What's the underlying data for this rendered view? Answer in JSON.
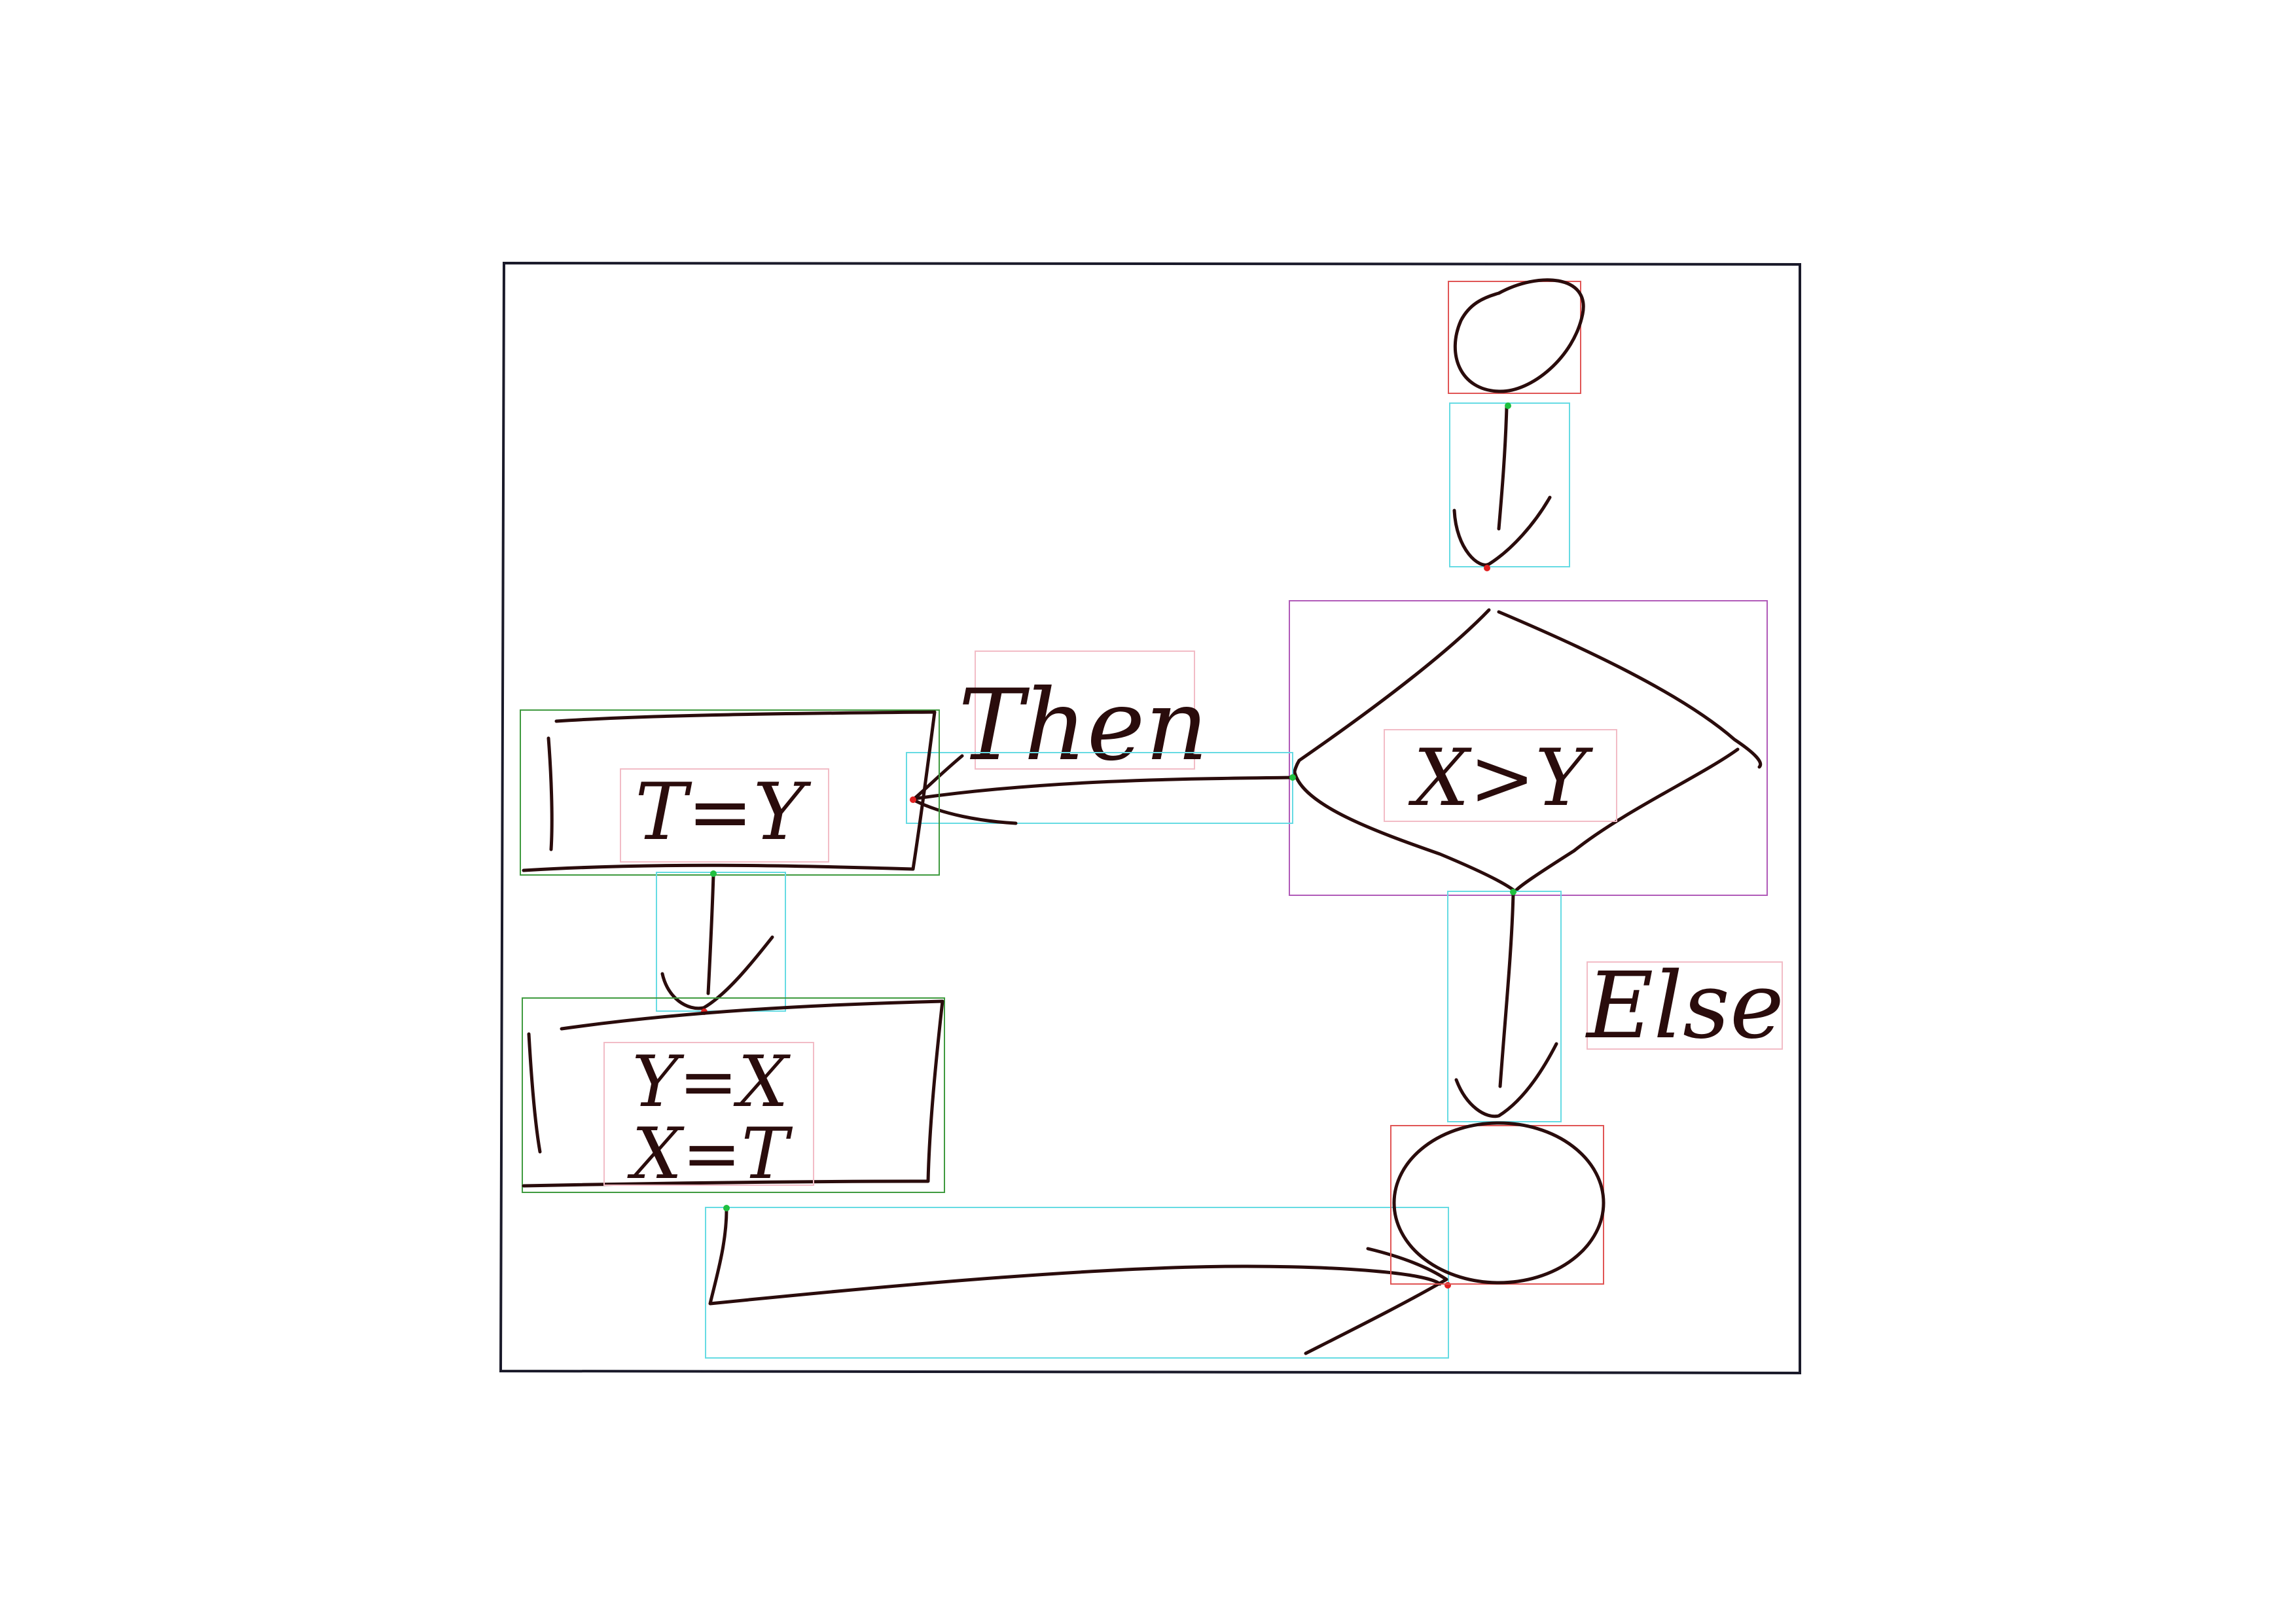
{
  "diagram": {
    "type": "flowchart (hand-drawn, swap two values)",
    "colors": {
      "ink": "#2a0c0c",
      "frame": "#1a1a2a",
      "terminal_box": "#e05555",
      "arrow_box": "#66dbe3",
      "text_box": "#f2bcc6",
      "process_box": "#3f9a3f",
      "decision_box": "#b05ab8",
      "arrow_head_marker": "#e02020",
      "arrow_tail_marker": "#20c040"
    },
    "nodes": {
      "start": {
        "kind": "terminal"
      },
      "decision": {
        "kind": "decision",
        "text": "X>Y"
      },
      "process1": {
        "kind": "process",
        "text": "T=Y"
      },
      "process2": {
        "kind": "process",
        "lines": [
          "Y=X",
          "X=T"
        ]
      },
      "end": {
        "kind": "terminal"
      }
    },
    "edge_labels": {
      "then": "Then",
      "else": "Else"
    }
  }
}
